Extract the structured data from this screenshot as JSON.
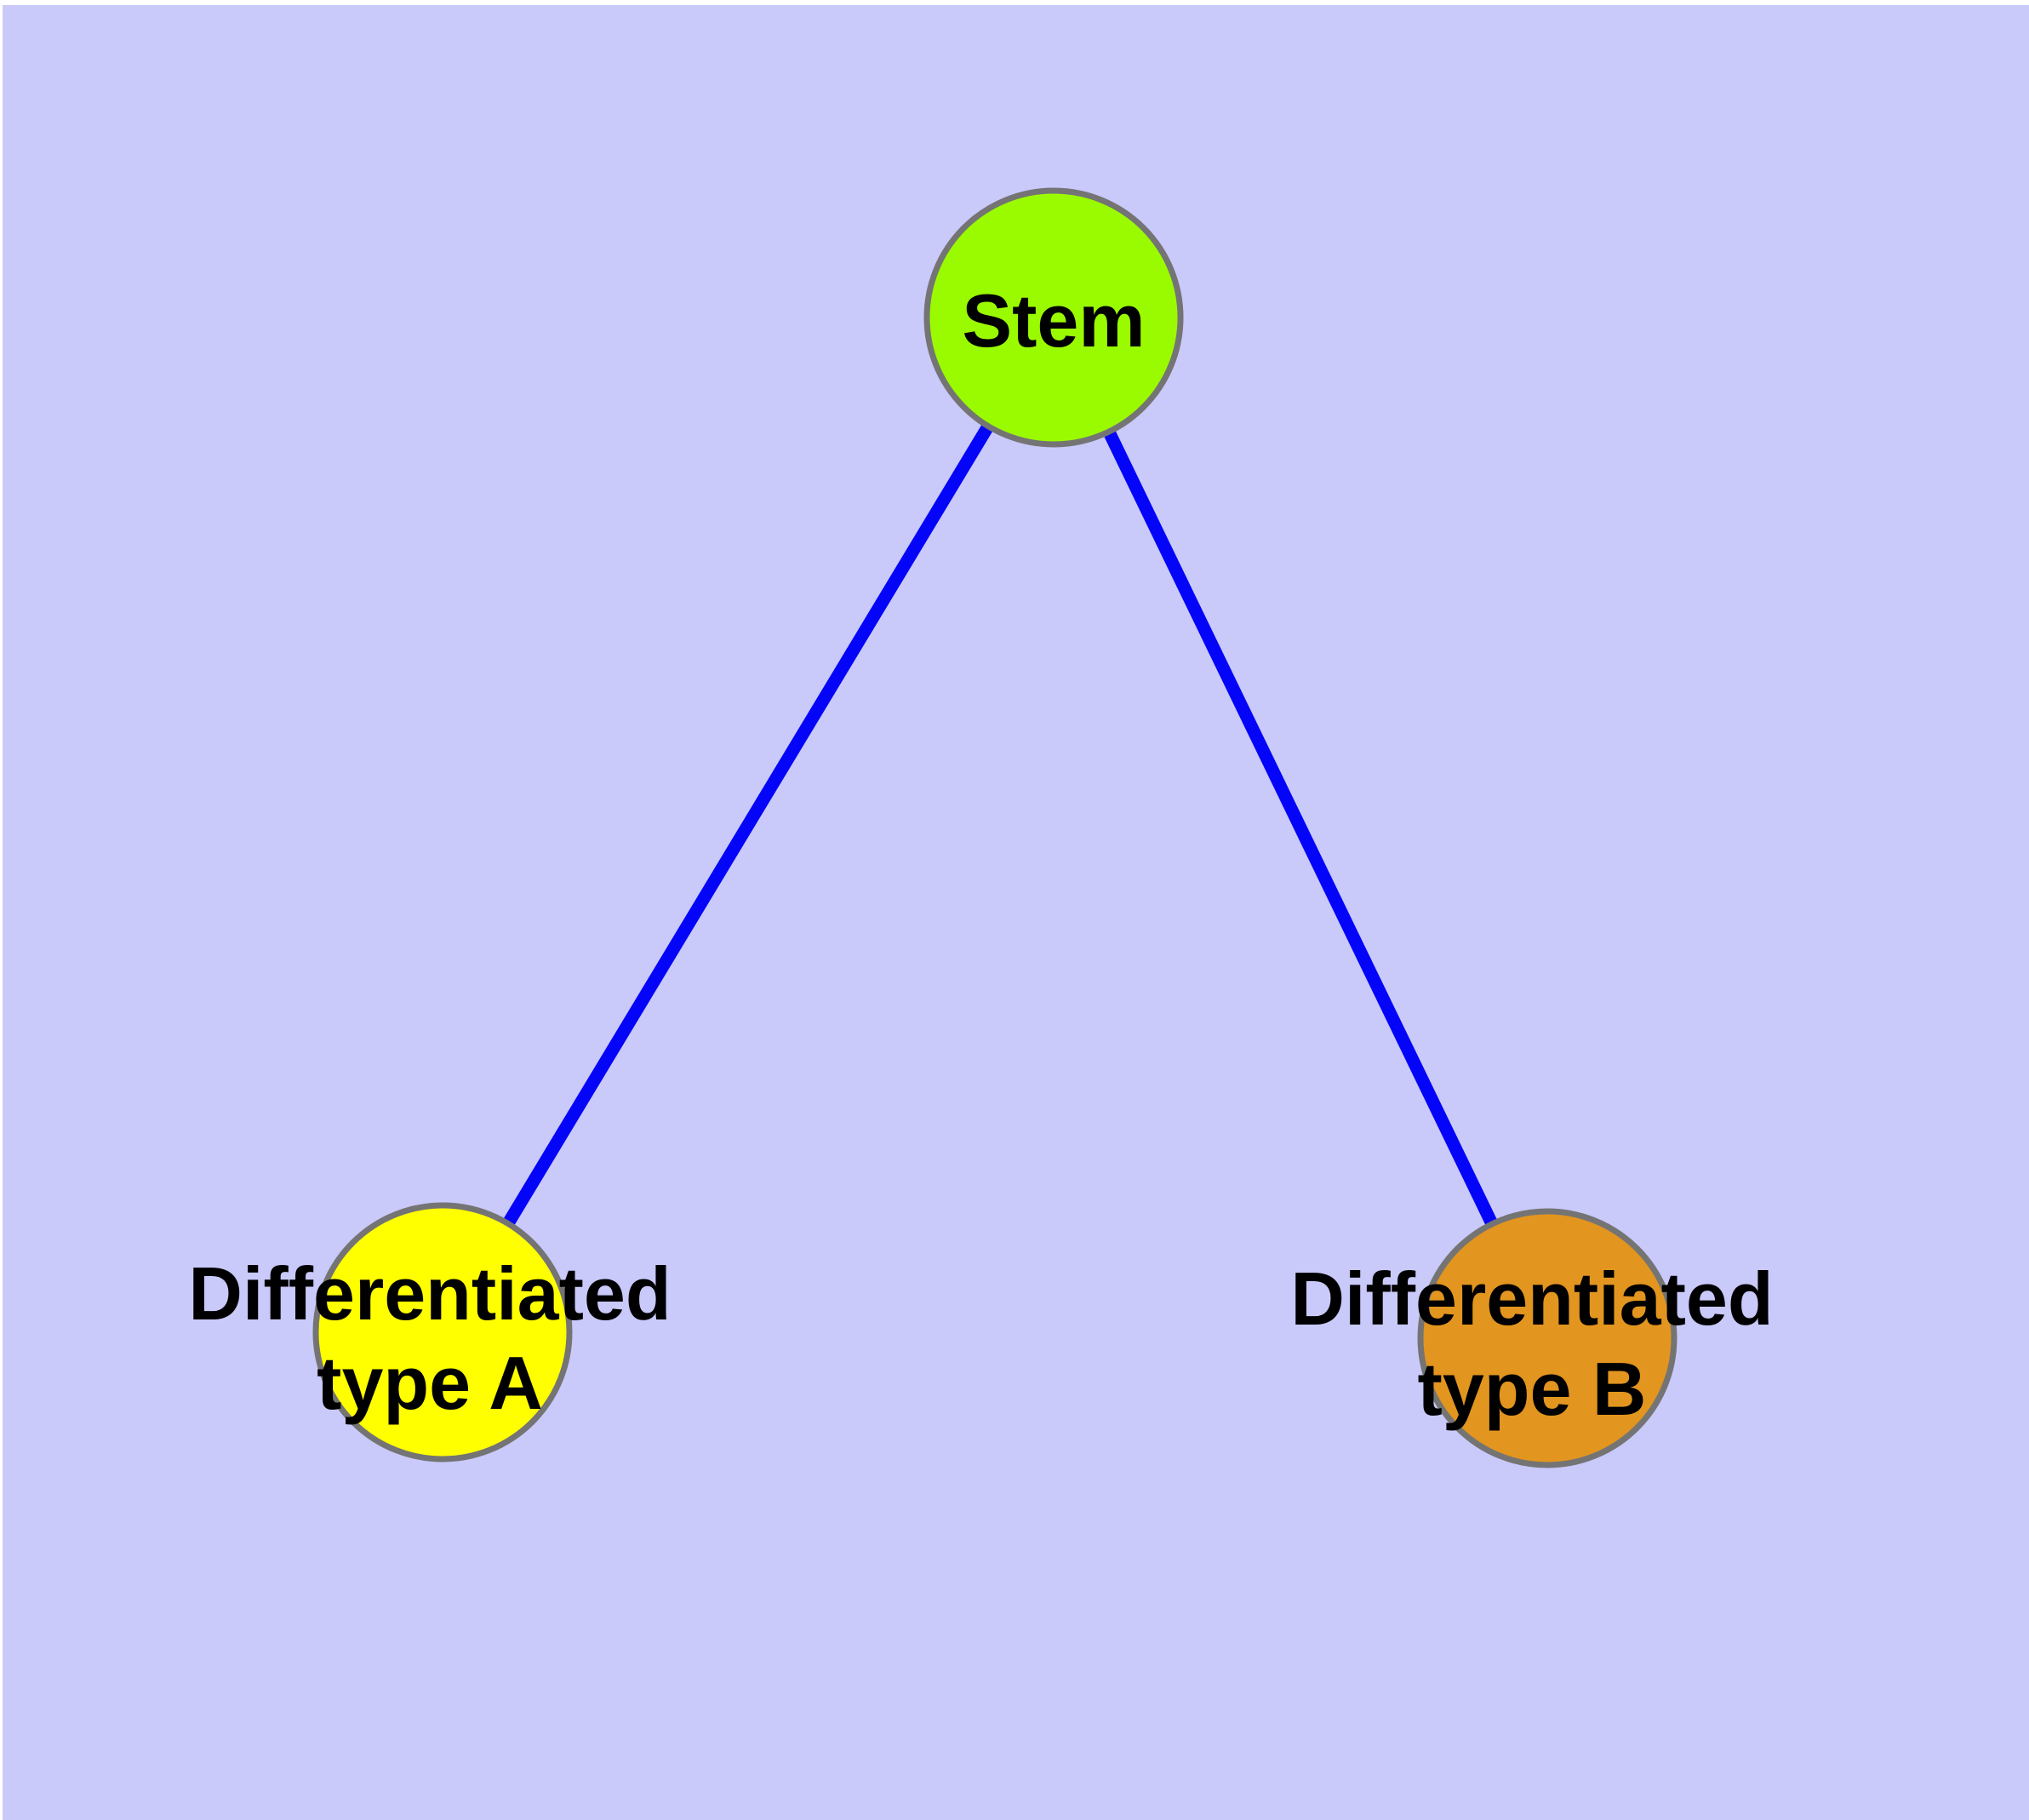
{
  "colors": {
    "margin_background": "#ffffff",
    "diagram_background": "#c9c9fa",
    "edge": "#0404f8",
    "node_border": "#747474",
    "label_text": "#000000"
  },
  "nodes": {
    "stem": {
      "label": "Stem",
      "fill": "#9afb00"
    },
    "type_a": {
      "label_line1": "Differentiated",
      "label_line2": "type A",
      "fill": "#ffff00"
    },
    "type_b": {
      "label_line1": "Differentiated",
      "label_line2": "type B",
      "fill": "#e2951f"
    }
  },
  "edges": [
    {
      "from": "Stem",
      "to": "Differentiated type A"
    },
    {
      "from": "Stem",
      "to": "Differentiated type B"
    }
  ]
}
